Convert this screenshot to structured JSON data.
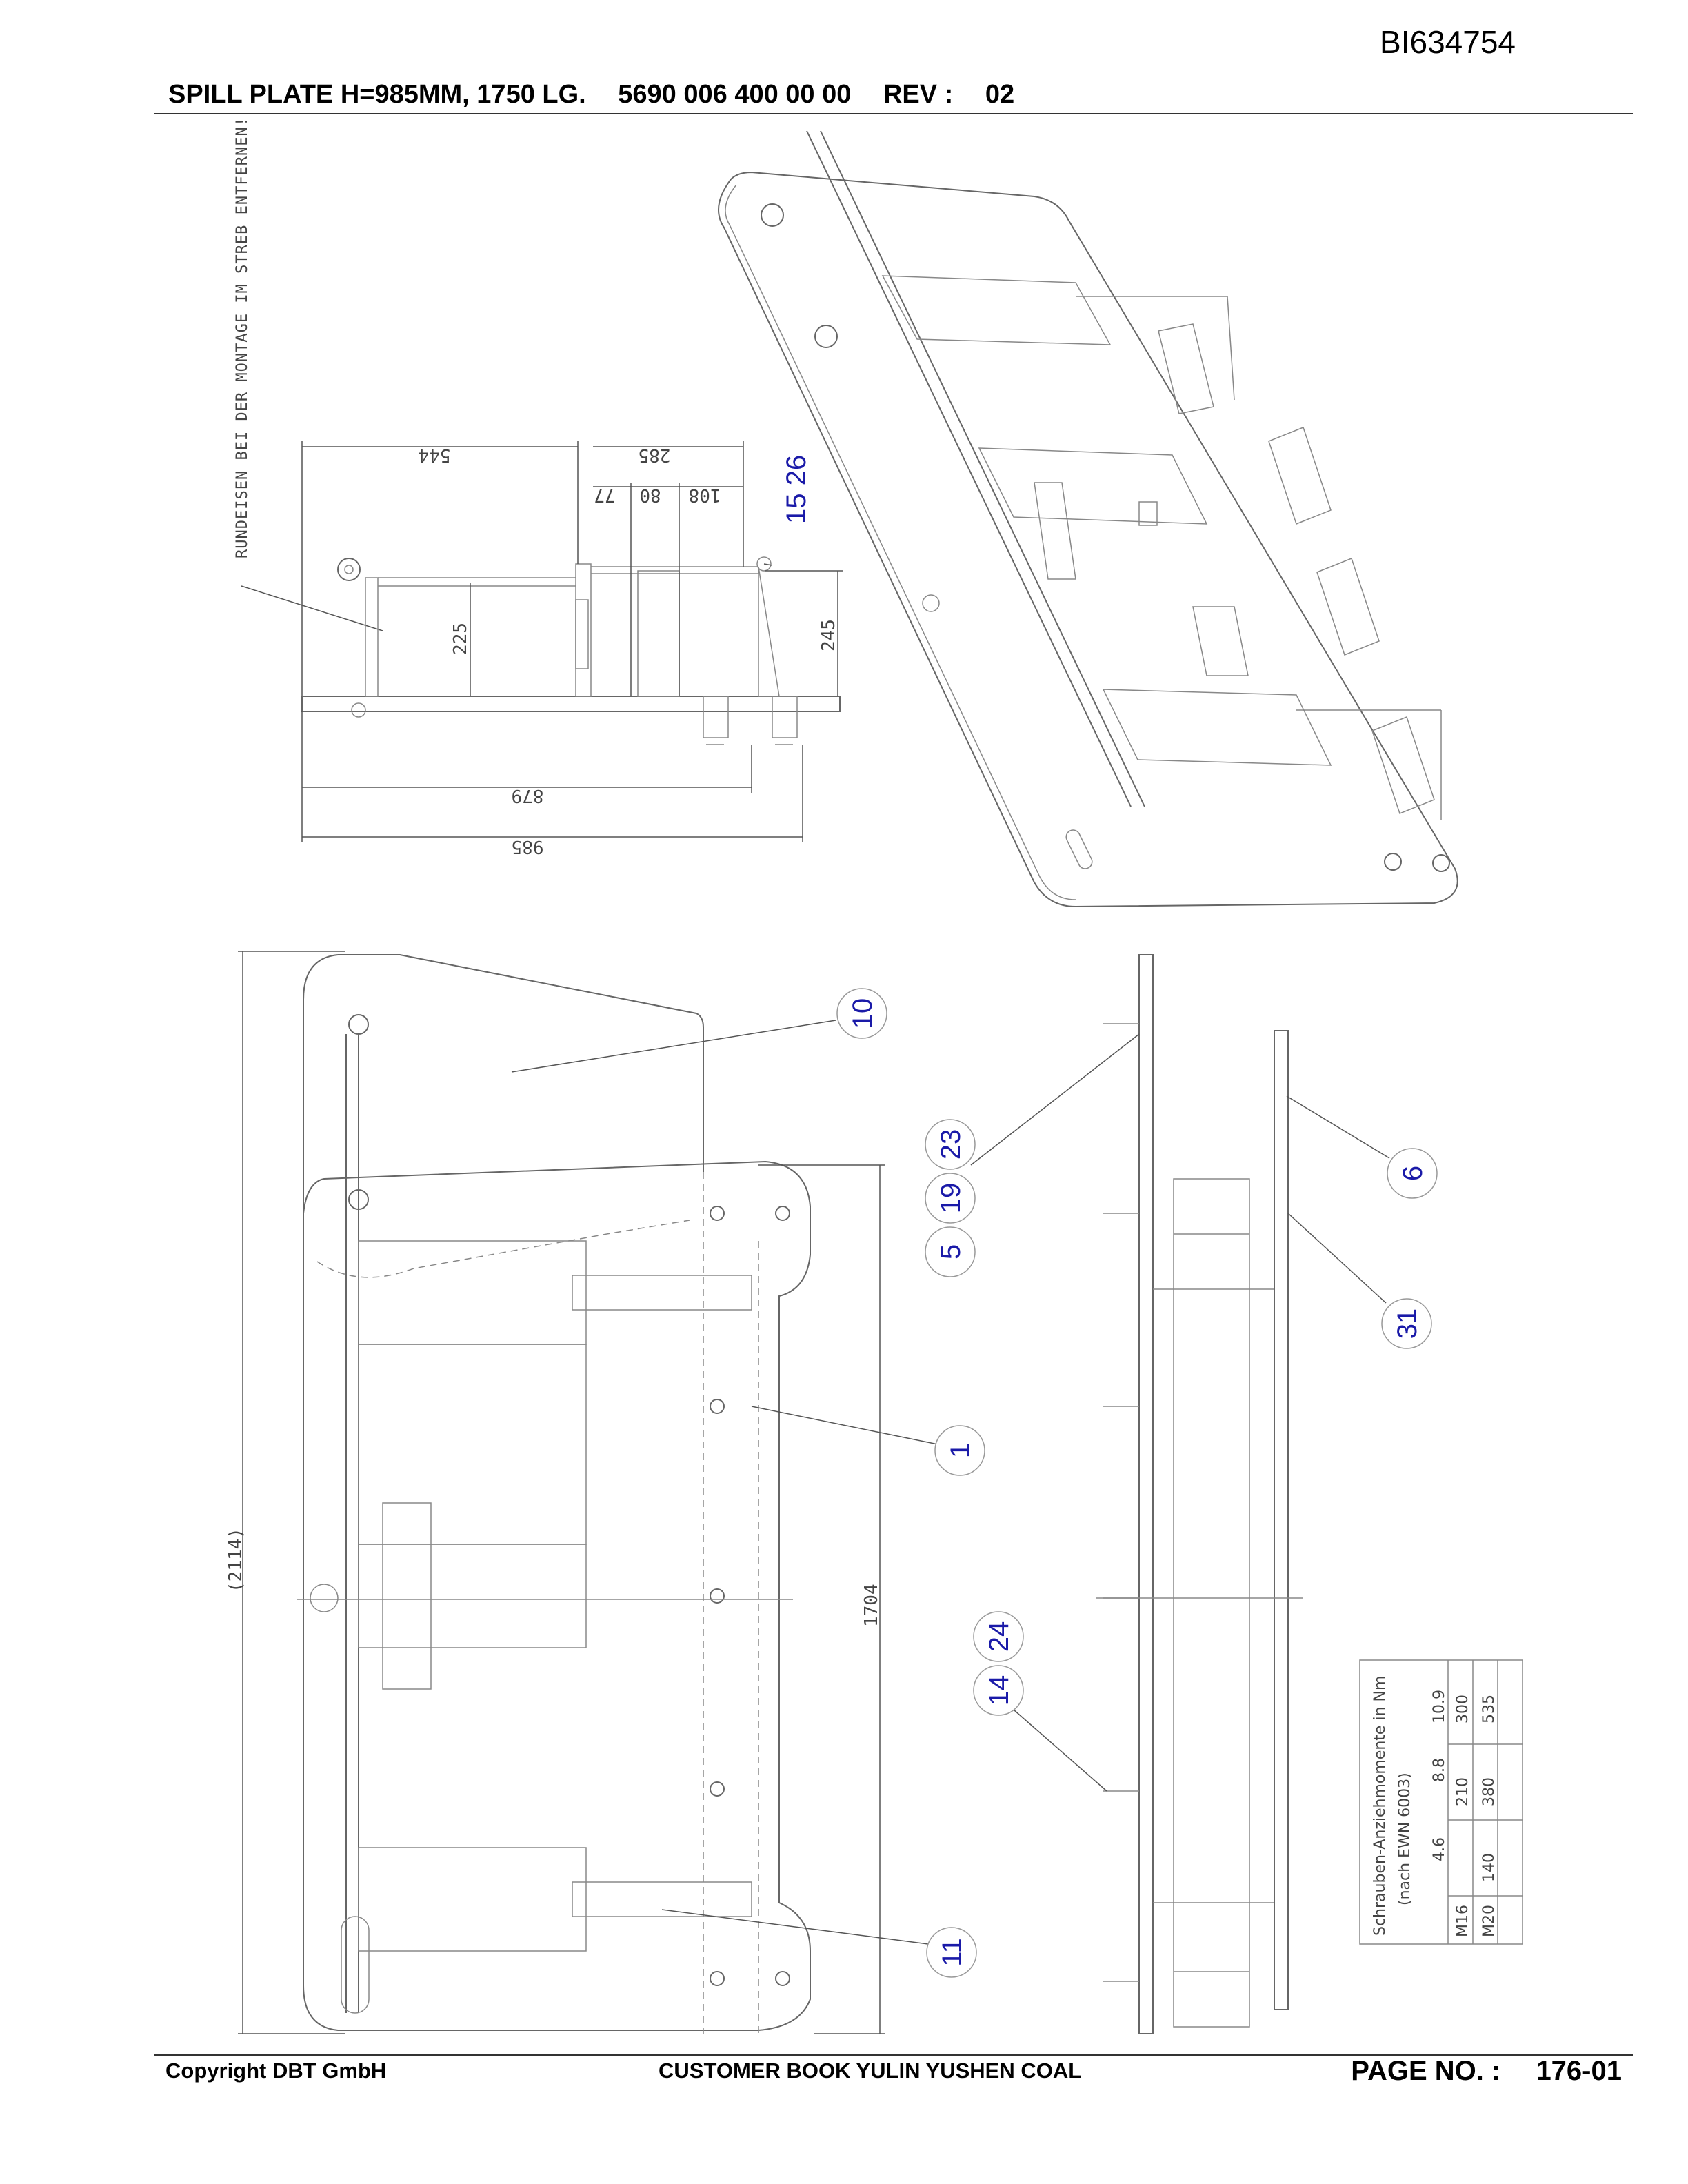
{
  "header": {
    "doc_id": "BI634754",
    "part_title": "SPILL PLATE H=985MM, 1750 LG.",
    "part_number": "5690 006 400 00 00",
    "rev_label": "REV :",
    "rev_value": "02"
  },
  "drawing": {
    "note": "RUNDEISEN BEI DER MONTAGE IM STREB ENTFERNEN!",
    "dimensions": {
      "d544": "544",
      "d285": "285",
      "d77": "77",
      "d80": "80",
      "d108": "108",
      "d225": "225",
      "d245": "245",
      "d879": "879",
      "d985": "985",
      "d2114": "(2114)",
      "d1704": "1704"
    },
    "balloons": {
      "b1526": "15 26",
      "b10": "10",
      "b23": "23",
      "b19": "19",
      "b5": "5",
      "b6": "6",
      "b31": "31",
      "b1": "1",
      "b24": "24",
      "b14": "14",
      "b11": "11"
    },
    "torque_table": {
      "title_line1": "Schrauben-Anziehmomente in Nm",
      "title_line2": "(nach EWN 6003)",
      "columns": [
        "4.6",
        "8.8",
        "10.9"
      ],
      "rows": [
        {
          "size": "M16",
          "values": [
            "",
            "210",
            "300"
          ]
        },
        {
          "size": "M20",
          "values": [
            "140",
            "380",
            "535"
          ]
        }
      ]
    }
  },
  "footer": {
    "copyright": "Copyright DBT GmbH",
    "customer": "CUSTOMER BOOK YULIN YUSHEN COAL",
    "page_label": "PAGE NO. :",
    "page_value": "176-01"
  }
}
